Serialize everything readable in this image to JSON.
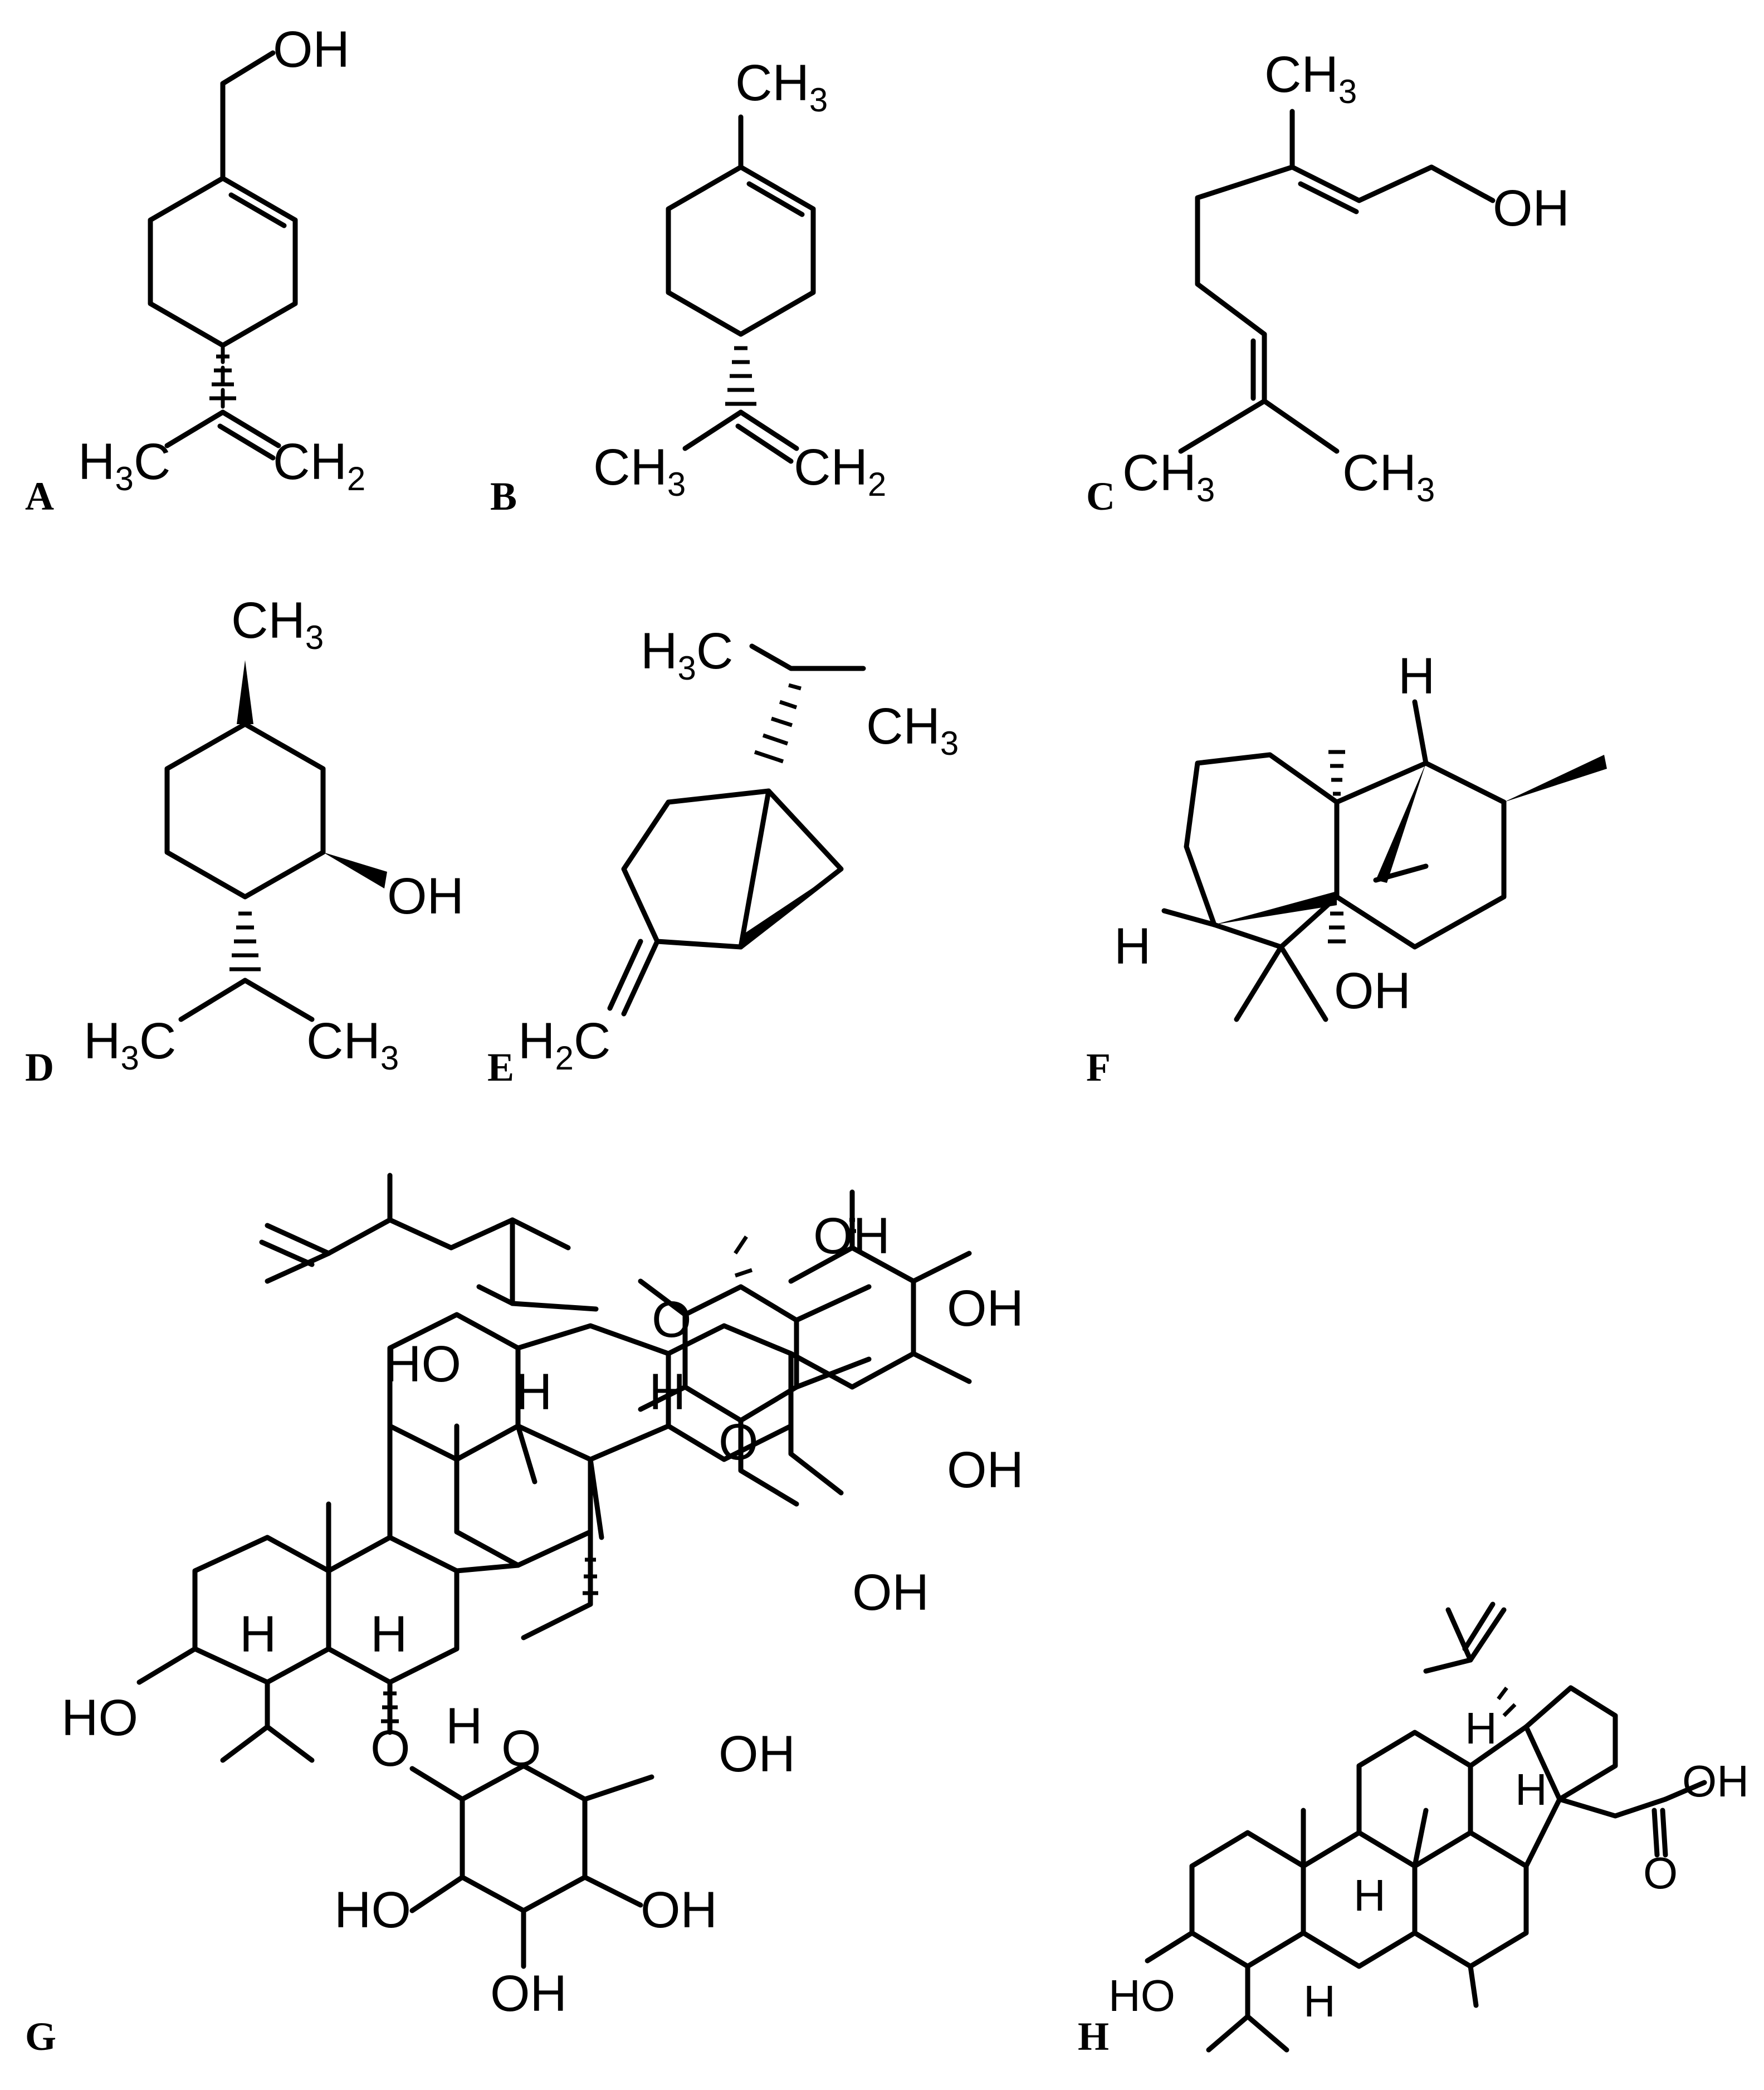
{
  "panels": [
    {
      "id": "A",
      "label": "A"
    },
    {
      "id": "B",
      "label": "B"
    },
    {
      "id": "C",
      "label": "C"
    },
    {
      "id": "D",
      "label": "D"
    },
    {
      "id": "E",
      "label": "E"
    },
    {
      "id": "F",
      "label": "F"
    },
    {
      "id": "G",
      "label": "G"
    },
    {
      "id": "H",
      "label": "H"
    }
  ],
  "atom_labels": {
    "oh": "OH",
    "ho": "HO",
    "h": "H",
    "o": "O",
    "ch3": "CH",
    "h3c": "H",
    "h3c_c": "C",
    "h2c": "H",
    "h2c_c": "C",
    "ch2": "CH",
    "sub3": "3",
    "sub2": "2"
  }
}
